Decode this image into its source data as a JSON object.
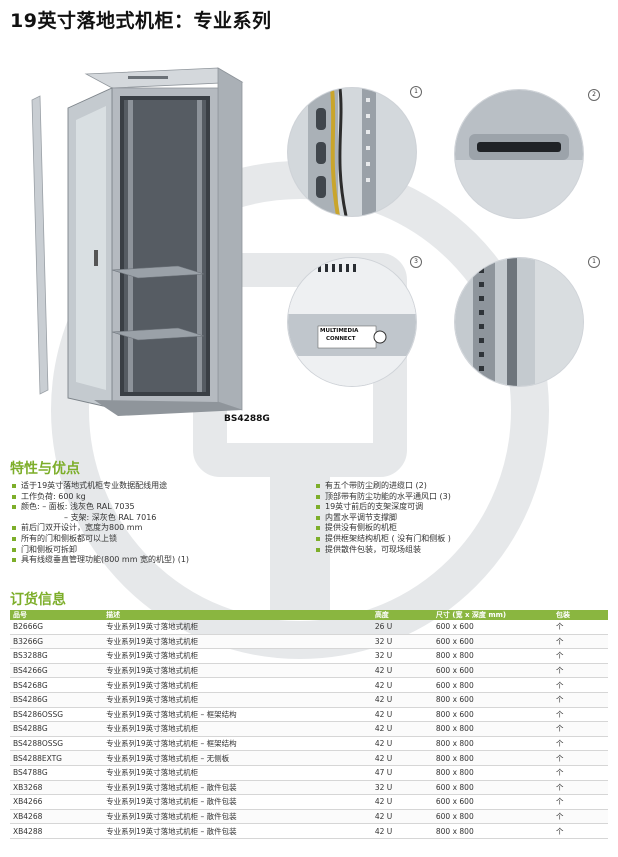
{
  "page": {
    "title": "19英寸落地式机柜：专业系列",
    "product_label": "BS4288G",
    "detail_numbers": [
      "1",
      "2",
      "3",
      "1"
    ],
    "detail_sticker": [
      "MULTIMEDIA",
      "CONNECT"
    ]
  },
  "features": {
    "heading": "特性与优点",
    "left": [
      {
        "text": "适于19英寸落地式机柜专业数据配线用途",
        "type": "bullet"
      },
      {
        "text": "工作负荷: 600 kg",
        "type": "bullet"
      },
      {
        "text": "颜色: – 面板: 浅灰色 RAL 7035",
        "type": "bullet"
      },
      {
        "text": "– 支架: 深灰色 RAL 7016",
        "type": "sub"
      },
      {
        "text": "前后门双开设计，宽度为800 mm",
        "type": "bullet"
      },
      {
        "text": "所有的门和侧板都可以上锁",
        "type": "bullet"
      },
      {
        "text": "门和侧板可拆卸",
        "type": "bullet"
      },
      {
        "text": "具有线缆垂直管理功能(800 mm 宽的机型) (1)",
        "type": "bullet"
      }
    ],
    "right": [
      {
        "text": "有五个带防尘刷的进缆口 (2)",
        "type": "bullet"
      },
      {
        "text": "顶部带有防尘功能的水平通风口 (3)",
        "type": "bullet"
      },
      {
        "text": "19英寸前后的支架深度可调",
        "type": "bullet"
      },
      {
        "text": "内置水平调节支撑脚",
        "type": "bullet"
      },
      {
        "text": "提供没有侧板的机柜",
        "type": "bullet"
      },
      {
        "text": "提供框架结构机柜 ( 没有门和侧板 )",
        "type": "bullet"
      },
      {
        "text": "提供散件包装，可现场组装",
        "type": "bullet"
      }
    ]
  },
  "order": {
    "heading": "订货信息",
    "columns": [
      "品号",
      "描述",
      "高度",
      "尺寸 (宽 x 深度 mm)",
      "包装"
    ],
    "rows": [
      [
        "B2666G",
        "专业系列19英寸落地式机柜",
        "26 U",
        "600 x 600",
        "个"
      ],
      [
        "B3266G",
        "专业系列19英寸落地式机柜",
        "32 U",
        "600 x 600",
        "个"
      ],
      [
        "BS3288G",
        "专业系列19英寸落地式机柜",
        "32 U",
        "800 x 800",
        "个"
      ],
      [
        "BS4266G",
        "专业系列19英寸落地式机柜",
        "42 U",
        "600 x 600",
        "个"
      ],
      [
        "BS4268G",
        "专业系列19英寸落地式机柜",
        "42 U",
        "600 x 800",
        "个"
      ],
      [
        "BS4286G",
        "专业系列19英寸落地式机柜",
        "42 U",
        "800 x 600",
        "个"
      ],
      [
        "BS4286OSSG",
        "专业系列19英寸落地式机柜 – 框架结构",
        "42 U",
        "800 x 600",
        "个"
      ],
      [
        "BS4288G",
        "专业系列19英寸落地式机柜",
        "42 U",
        "800 x 800",
        "个"
      ],
      [
        "BS4288OSSG",
        "专业系列19英寸落地式机柜 – 框架结构",
        "42 U",
        "800 x 800",
        "个"
      ],
      [
        "BS4288EXTG",
        "专业系列19英寸落地式机柜 – 无侧板",
        "42 U",
        "800 x 800",
        "个"
      ],
      [
        "BS4788G",
        "专业系列19英寸落地式机柜",
        "47 U",
        "800 x 800",
        "个"
      ],
      [
        "XB3268",
        "专业系列19英寸落地式机柜 – 散件包装",
        "32 U",
        "600 x 800",
        "个"
      ],
      [
        "XB4266",
        "专业系列19英寸落地式机柜 – 散件包装",
        "42 U",
        "600 x 600",
        "个"
      ],
      [
        "XB4268",
        "专业系列19英寸落地式机柜 – 散件包装",
        "42 U",
        "600 x 800",
        "个"
      ],
      [
        "XB4288",
        "专业系列19英寸落地式机柜 – 散件包装",
        "42 U",
        "800 x 800",
        "个"
      ]
    ]
  },
  "colors": {
    "accent": "#7dae2a",
    "table_header": "#8ab640"
  }
}
